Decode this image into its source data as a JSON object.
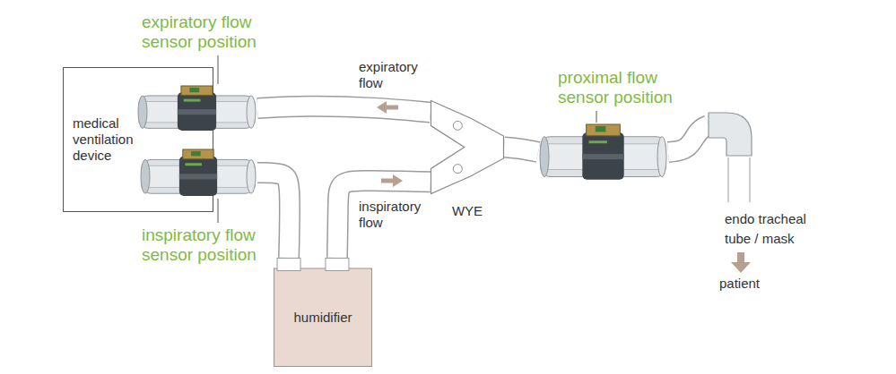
{
  "diagram": {
    "nodes": [
      {
        "text": [
          "medical ventilation device"
        ]
      },
      {
        "text": [
          "expiratory flow sensor position"
        ]
      },
      {
        "text": [
          "inspiratory flow sensor position"
        ]
      },
      {
        "text": [
          "humidifier"
        ]
      },
      {
        "text": [
          "WYE"
        ]
      },
      {
        "text": [
          "proximal flow sensor position"
        ]
      },
      {
        "text": [
          "endo tracheal tube / mask"
        ]
      }
    ],
    "edges": [
      {
        "from": 1,
        "to": 4,
        "label": "expiratory flow",
        "arrow": "none"
      },
      {
        "from": 2,
        "to": 3,
        "arrow": "none"
      },
      {
        "from": 3,
        "to": 4,
        "label": "inspiratory flow",
        "arrow": "none"
      },
      {
        "from": 4,
        "to": 5,
        "arrow": "none"
      },
      {
        "from": 5,
        "to": 6,
        "arrow": "none"
      }
    ],
    "labels": [
      "patient"
    ]
  }
}
